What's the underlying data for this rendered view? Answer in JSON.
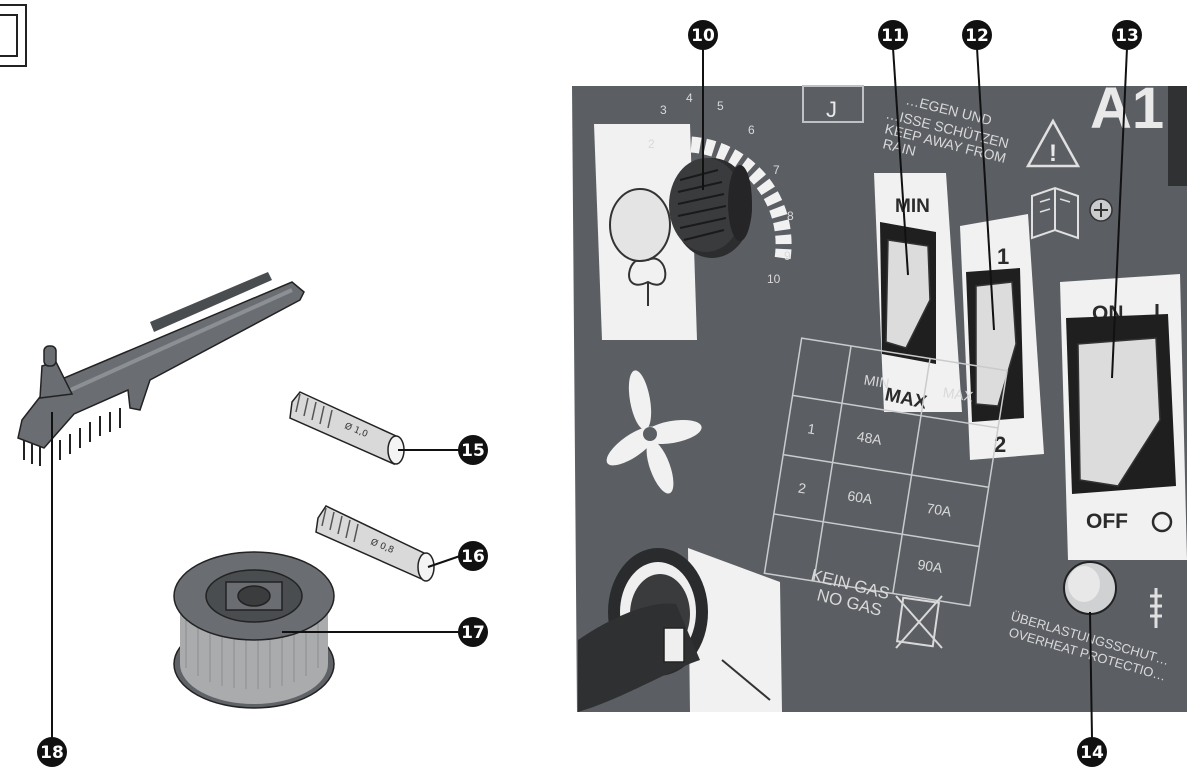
{
  "callouts": {
    "c10": "10",
    "c11": "11",
    "c12": "12",
    "c13": "13",
    "c14": "14",
    "c15": "15",
    "c16": "16",
    "c17": "17",
    "c18": "18"
  },
  "panel": {
    "warning_lines": [
      "…EGEN UND",
      "…ISSE SCHÜTZEN",
      "KEEP AWAY FROM",
      "RAIN"
    ],
    "model_fragment": "A1",
    "dial_ticks": [
      "2",
      "3",
      "4",
      "5",
      "6",
      "7",
      "8",
      "9",
      "10"
    ],
    "switch_minmax": {
      "top": "MIN",
      "bottom": "MAX"
    },
    "switch_12": {
      "top": "1",
      "bottom": "2"
    },
    "power_switch": {
      "top": "ON",
      "bottom": "OFF"
    },
    "table": {
      "headers": [
        "",
        "MIN",
        "MAX"
      ],
      "rows": [
        {
          "label": "1",
          "min": "48A",
          "max": "70A"
        },
        {
          "label": "2",
          "min": "60A",
          "max": "90A"
        }
      ]
    },
    "gas_label": [
      "KEIN GAS",
      "NO GAS"
    ],
    "overheat_label": [
      "ÜBERLASTUNGSSCHUT…",
      "OVERHEAT PROTECTIO…"
    ]
  },
  "contact_tips": {
    "tip15": "Ø 1,0",
    "tip16": "Ø 0,8"
  },
  "colors": {
    "panel": "#5b5e63",
    "callout": "#111111",
    "white_panel": "#f1f1f1"
  }
}
